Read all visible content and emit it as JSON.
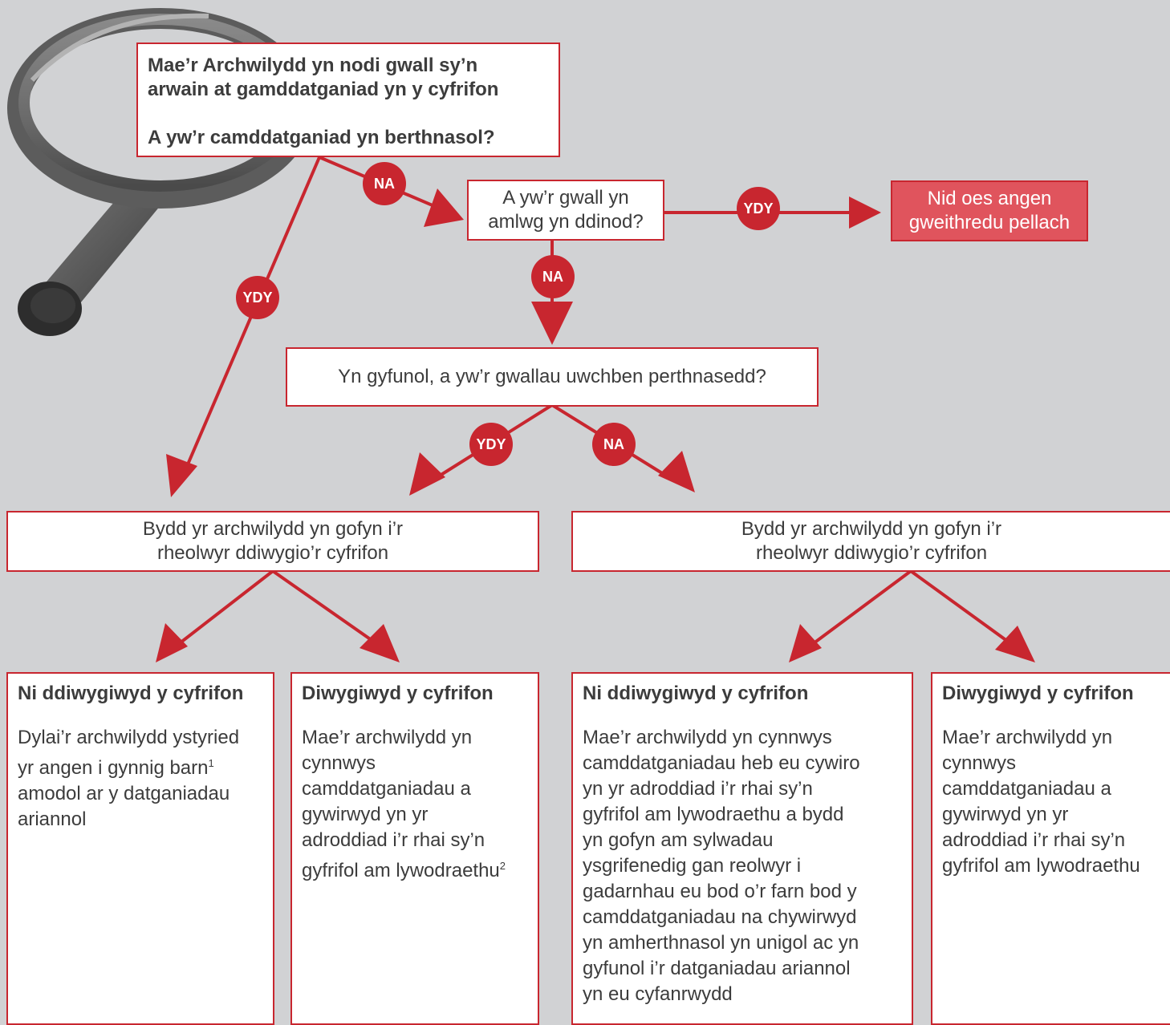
{
  "start": {
    "line1": "Mae’r Archwilydd yn nodi gwall sy’n",
    "line2": "arwain at gamddatganiad yn y cyfrifon",
    "question": "A yw’r camddatganiad yn berthnasol?"
  },
  "q2": {
    "line1": "A yw’r gwall yn",
    "line2": "amlwg yn ddinod?"
  },
  "no_action": {
    "line1": "Nid oes angen",
    "line2": "gweithredu pellach"
  },
  "q3": {
    "text": "Yn gyfunol, a yw’r gwallau uwchben perthnasedd?"
  },
  "badges": {
    "na1": "NA",
    "ydy1": "YDY",
    "na2": "NA",
    "ydy2": "YDY",
    "ydy3": "YDY",
    "na3": "NA"
  },
  "left_request": {
    "line1": "Bydd yr archwilydd yn gofyn i’r",
    "line2": "rheolwyr ddiwygio’r cyfrifon"
  },
  "right_request": {
    "line1": "Bydd yr archwilydd yn gofyn i’r",
    "line2": "rheolwyr ddiwygio’r cyfrifon"
  },
  "outcomes": [
    {
      "title": "Ni ddiwygiwyd y cyfrifon",
      "lines": [
        "Dylai’r archwilydd ystyried",
        "yr angen i gynnig barn",
        "amodol ar y datganiadau",
        "ariannol"
      ],
      "sup": "1"
    },
    {
      "title": "Diwygiwyd y cyfrifon",
      "lines": [
        "Mae’r archwilydd yn",
        "cynnwys",
        "camddatganiadau a",
        "gywirwyd yn yr",
        "adroddiad i’r rhai sy’n",
        "gyfrifol am lywodraethu"
      ],
      "sup": "2"
    },
    {
      "title": "Ni ddiwygiwyd y cyfrifon",
      "lines": [
        "Mae’r archwilydd yn cynnwys",
        "camddatganiadau heb eu cywiro",
        "yn yr adroddiad i’r rhai sy’n",
        "gyfrifol am lywodraethu a bydd",
        "yn gofyn am sylwadau",
        "ysgrifenedig gan reolwyr i",
        "gadarnhau eu bod o’r farn bod y",
        "camddatganiadau na chywirwyd",
        "yn amherthnasol yn unigol ac yn",
        "gyfunol i’r datganiadau ariannol",
        "yn eu cyfanrwydd"
      ]
    },
    {
      "title": "Diwygiwyd y cyfrifon",
      "lines": [
        "Mae’r archwilydd yn",
        "cynnwys",
        "camddatganiadau a",
        "gywirwyd yn yr",
        "adroddiad i’r rhai sy’n",
        "gyfrifol am lywodraethu"
      ]
    }
  ],
  "colors": {
    "accent": "#c8262f",
    "background": "#d1d2d4",
    "pink": "#e0545d"
  },
  "icons": [
    "magnifying-glass-icon"
  ]
}
